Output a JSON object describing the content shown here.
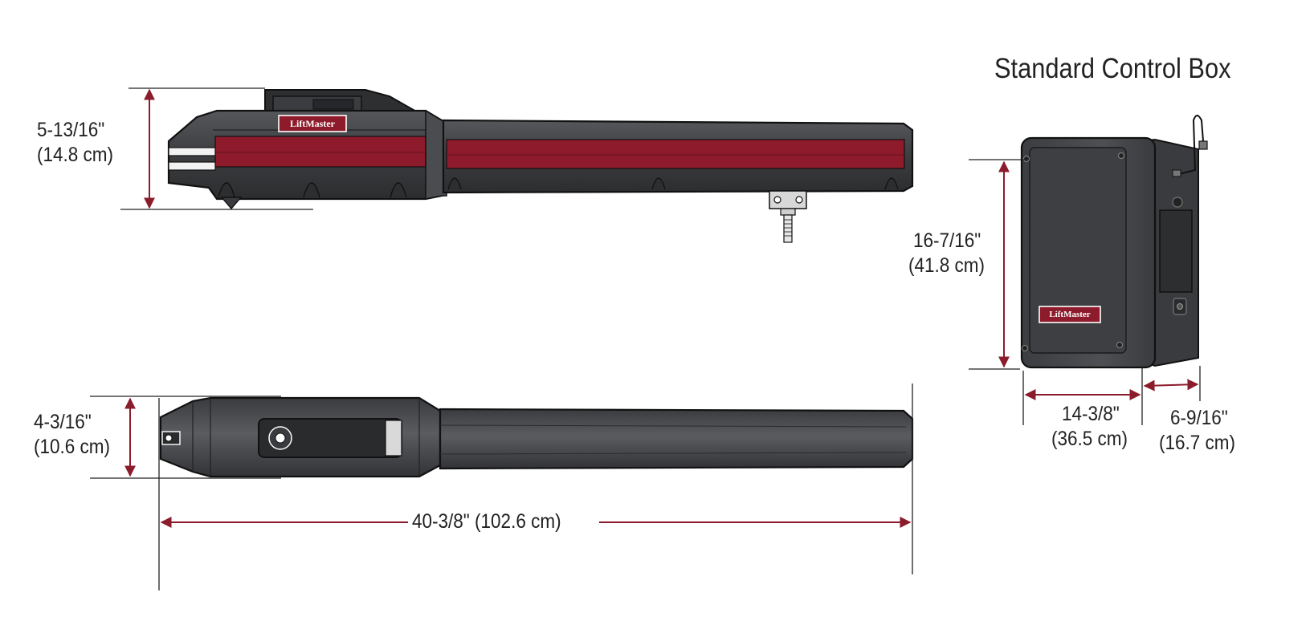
{
  "control_box": {
    "title": "Standard Control Box",
    "height": {
      "imperial": "16-7/16\"",
      "metric": "(41.8 cm)"
    },
    "width": {
      "imperial": "14-3/8\"",
      "metric": "(36.5 cm)"
    },
    "depth": {
      "imperial": "6-9/16\"",
      "metric": "(16.7 cm)"
    },
    "logo_text": "LiftMaster"
  },
  "operator_side": {
    "height": {
      "imperial": "5-13/16\"",
      "metric": "(14.8 cm)"
    },
    "logo_text": "LiftMaster"
  },
  "operator_top": {
    "width": {
      "imperial": "4-3/16\"",
      "metric": "(10.6 cm)"
    },
    "length": "40-3/8\" (102.6 cm)"
  },
  "colors": {
    "dimension_line": "#8b1c2c",
    "body_dark": "#3a3b3d",
    "body_mid": "#4a4b4e",
    "stripe_red": "#8e1b2b",
    "outline": "#111111",
    "text": "#222222"
  }
}
